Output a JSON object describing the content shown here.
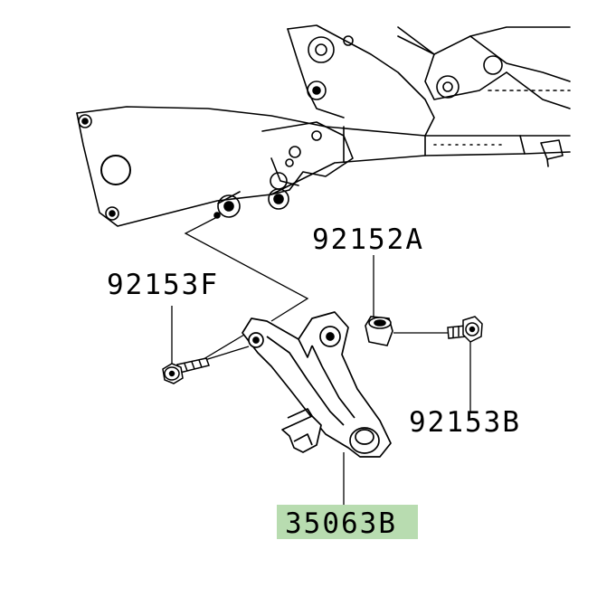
{
  "labels": {
    "part_92152A": "92152A",
    "part_92153F": "92153F",
    "part_92153B": "92153B",
    "part_35063B": "35063B"
  },
  "colors": {
    "highlight": "#b8dcb0",
    "line": "#000000",
    "background": "#ffffff"
  }
}
